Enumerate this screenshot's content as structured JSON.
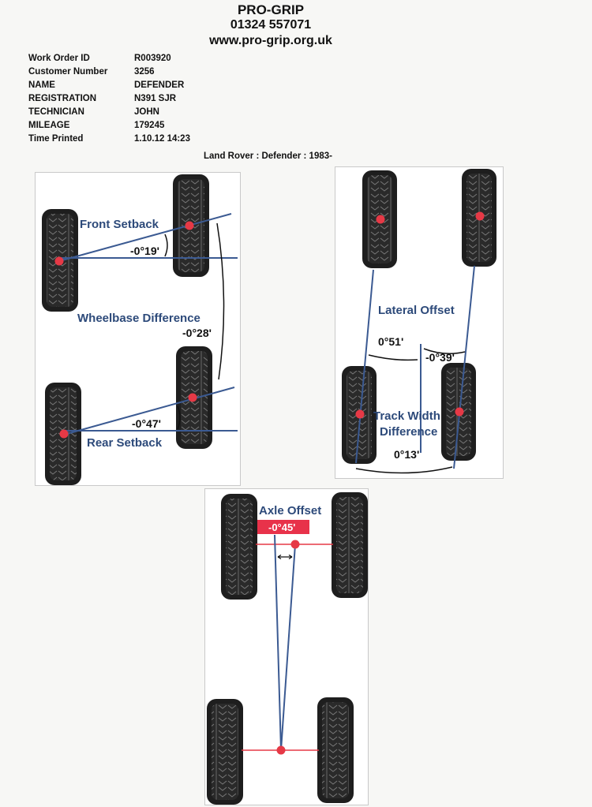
{
  "header": {
    "company": "PRO-GRIP",
    "phone": "01324 557071",
    "website": "www.pro-grip.org.uk"
  },
  "info": [
    {
      "label": "Work Order ID",
      "value": "R003920"
    },
    {
      "label": "Customer Number",
      "value": "3256"
    },
    {
      "label": "NAME",
      "value": "DEFENDER"
    },
    {
      "label": "REGISTRATION",
      "value": "N391 SJR"
    },
    {
      "label": "TECHNICIAN",
      "value": "JOHN"
    },
    {
      "label": "MILEAGE",
      "value": "179245"
    },
    {
      "label": "Time Printed",
      "value": "1.10.12 14:23"
    }
  ],
  "vehicle": "Land Rover : Defender : 1983-",
  "setback": {
    "front_label": "Front Setback",
    "front_value": "-0°19'",
    "wheelbase_label": "Wheelbase Difference",
    "wheelbase_value": "-0°28'",
    "rear_label": "Rear Setback",
    "rear_value": "-0°47'"
  },
  "lateral": {
    "lateral_label": "Lateral Offset",
    "left_value": "0°51'",
    "right_value": "-0°39'",
    "track_label_1": "Track Width",
    "track_label_2": "Difference",
    "track_value": "0°13'"
  },
  "axle": {
    "label": "Axle Offset",
    "value": "-0°45'"
  },
  "colors": {
    "measure_line": "#3b5a92",
    "label_text": "#2d4a7a",
    "marker": "#e63946",
    "axle_badge": "#e8324a",
    "tyre": "#222222"
  }
}
